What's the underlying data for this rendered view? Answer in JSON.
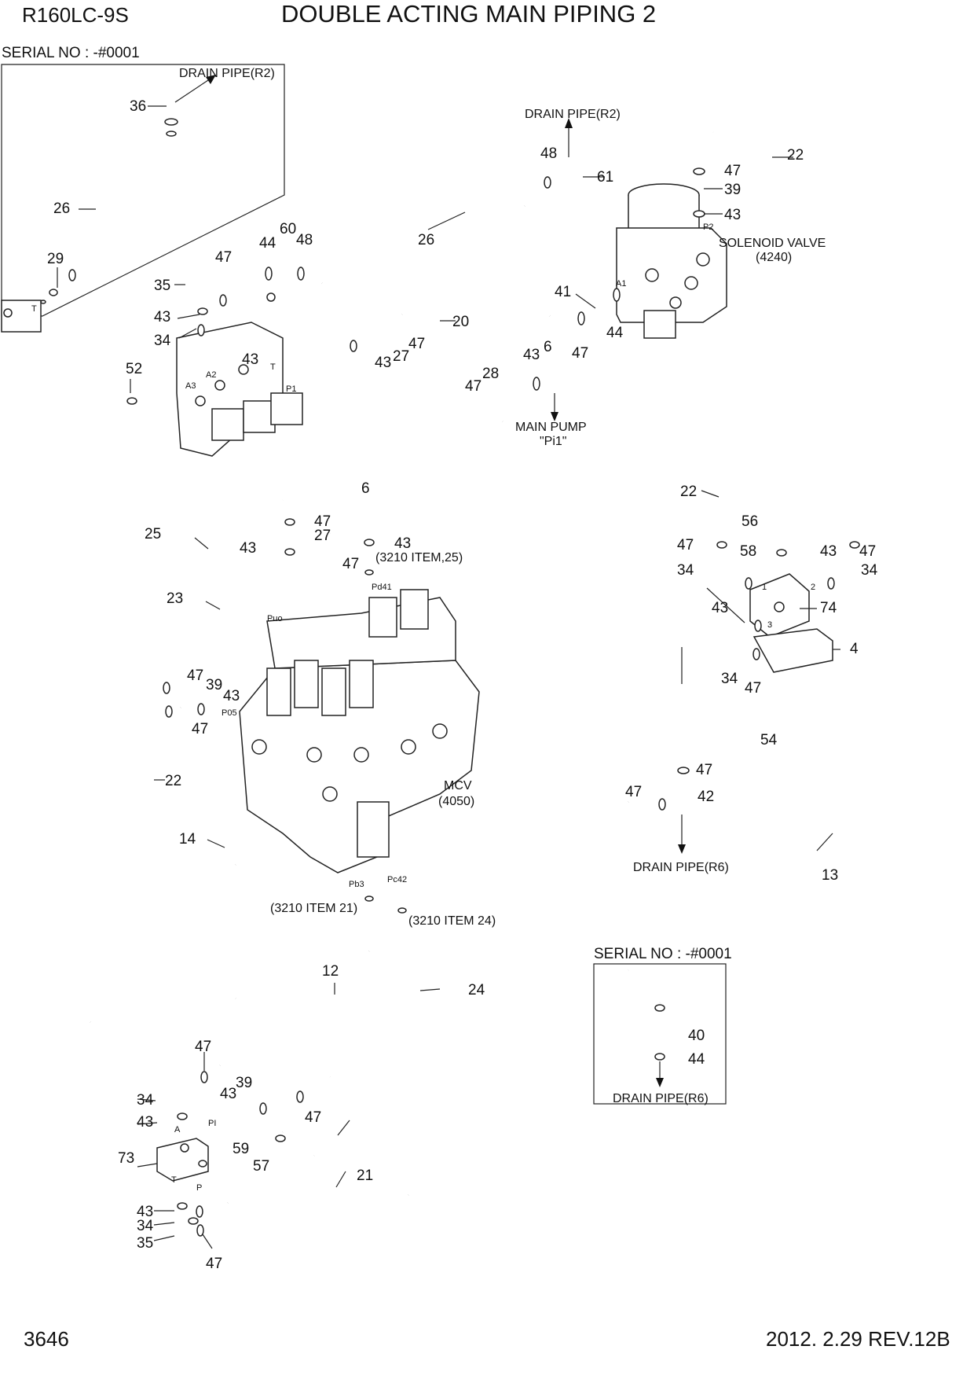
{
  "header": {
    "model": "R160LC-9S",
    "title": "DOUBLE ACTING MAIN PIPING 2"
  },
  "footer": {
    "page_number": "3646",
    "revision": "2012. 2.29  REV.12B"
  },
  "insets": {
    "top_left_serial": "SERIAL NO : -#0001",
    "bottom_right_serial": "SERIAL NO : -#0001"
  },
  "notes": {
    "drain_r2_inset": "DRAIN PIPE(R2)",
    "drain_r2_main": "DRAIN PIPE(R2)",
    "solenoid_valve": "SOLENOID VALVE",
    "solenoid_valve_code": "(4240)",
    "main_pump": "MAIN PUMP",
    "main_pump_port": "\"Pi1\"",
    "item_25": "(3210 ITEM,25)",
    "mcv": "MCV",
    "mcv_code": "(4050)",
    "item_21": "(3210 ITEM 21)",
    "item_24": "(3210 ITEM 24)",
    "drain_r6_main": "DRAIN PIPE(R6)",
    "drain_r6_inset": "DRAIN PIPE(R6)"
  },
  "ports": {
    "T_inset": "T",
    "A3": "A3",
    "A2": "A2",
    "T_block": "T",
    "P1": "P1",
    "A1": "A1",
    "P2": "P2",
    "Pd41": "Pd41",
    "Puo": "Puo",
    "P05": "P05",
    "Pb3": "Pb3",
    "Pc42": "Pc42",
    "p1": "1",
    "p2": "2",
    "p3": "3",
    "A": "A",
    "PI": "PI",
    "T_low": "T",
    "P_low": "P"
  },
  "callouts": [
    {
      "id": "c36",
      "text": "36"
    },
    {
      "id": "c26a",
      "text": "26"
    },
    {
      "id": "c29",
      "text": "29"
    },
    {
      "id": "c35a",
      "text": "35"
    },
    {
      "id": "c47a",
      "text": "47"
    },
    {
      "id": "c43a",
      "text": "43"
    },
    {
      "id": "c34a",
      "text": "34"
    },
    {
      "id": "c43b",
      "text": "43"
    },
    {
      "id": "c52",
      "text": "52"
    },
    {
      "id": "c44a",
      "text": "44"
    },
    {
      "id": "c60",
      "text": "60"
    },
    {
      "id": "c48a",
      "text": "48"
    },
    {
      "id": "c26b",
      "text": "26"
    },
    {
      "id": "c48b",
      "text": "48"
    },
    {
      "id": "c61",
      "text": "61"
    },
    {
      "id": "c20",
      "text": "20"
    },
    {
      "id": "c43c",
      "text": "43"
    },
    {
      "id": "c27a",
      "text": "27"
    },
    {
      "id": "c47b",
      "text": "47"
    },
    {
      "id": "c41",
      "text": "41"
    },
    {
      "id": "c44b",
      "text": "44"
    },
    {
      "id": "c47c",
      "text": "47"
    },
    {
      "id": "c28",
      "text": "28"
    },
    {
      "id": "c47d",
      "text": "47"
    },
    {
      "id": "c43d",
      "text": "43"
    },
    {
      "id": "c6a",
      "text": "6"
    },
    {
      "id": "c22a",
      "text": "22"
    },
    {
      "id": "c47e",
      "text": "47"
    },
    {
      "id": "c39a",
      "text": "39"
    },
    {
      "id": "c43e",
      "text": "43"
    },
    {
      "id": "c6b",
      "text": "6"
    },
    {
      "id": "c25",
      "text": "25"
    },
    {
      "id": "c47f",
      "text": "47"
    },
    {
      "id": "c27b",
      "text": "27"
    },
    {
      "id": "c43f",
      "text": "43"
    },
    {
      "id": "c43g",
      "text": "43"
    },
    {
      "id": "c47g",
      "text": "47"
    },
    {
      "id": "c23",
      "text": "23"
    },
    {
      "id": "c22b",
      "text": "22"
    },
    {
      "id": "c56",
      "text": "56"
    },
    {
      "id": "c47h",
      "text": "47"
    },
    {
      "id": "c58",
      "text": "58"
    },
    {
      "id": "c43h",
      "text": "43"
    },
    {
      "id": "c47i",
      "text": "47"
    },
    {
      "id": "c34b",
      "text": "34"
    },
    {
      "id": "c34c",
      "text": "34"
    },
    {
      "id": "c43i",
      "text": "43"
    },
    {
      "id": "c74",
      "text": "74"
    },
    {
      "id": "c4",
      "text": "4"
    },
    {
      "id": "c34d",
      "text": "34"
    },
    {
      "id": "c47j",
      "text": "47"
    },
    {
      "id": "c54",
      "text": "54"
    },
    {
      "id": "c47k",
      "text": "47"
    },
    {
      "id": "c39b",
      "text": "39"
    },
    {
      "id": "c43j",
      "text": "43"
    },
    {
      "id": "c47l",
      "text": "47"
    },
    {
      "id": "c22c",
      "text": "22"
    },
    {
      "id": "c14",
      "text": "14"
    },
    {
      "id": "c47m",
      "text": "47"
    },
    {
      "id": "c47n",
      "text": "47"
    },
    {
      "id": "c42",
      "text": "42"
    },
    {
      "id": "c13",
      "text": "13"
    },
    {
      "id": "c12",
      "text": "12"
    },
    {
      "id": "c24",
      "text": "24"
    },
    {
      "id": "c40",
      "text": "40"
    },
    {
      "id": "c44c",
      "text": "44"
    },
    {
      "id": "c47o",
      "text": "47"
    },
    {
      "id": "c34e",
      "text": "34"
    },
    {
      "id": "c39c",
      "text": "39"
    },
    {
      "id": "c43k",
      "text": "43"
    },
    {
      "id": "c43l",
      "text": "43"
    },
    {
      "id": "c47p",
      "text": "47"
    },
    {
      "id": "c73",
      "text": "73"
    },
    {
      "id": "c59",
      "text": "59"
    },
    {
      "id": "c57",
      "text": "57"
    },
    {
      "id": "c21",
      "text": "21"
    },
    {
      "id": "c43m",
      "text": "43"
    },
    {
      "id": "c34f",
      "text": "34"
    },
    {
      "id": "c35b",
      "text": "35"
    },
    {
      "id": "c47q",
      "text": "47"
    }
  ]
}
